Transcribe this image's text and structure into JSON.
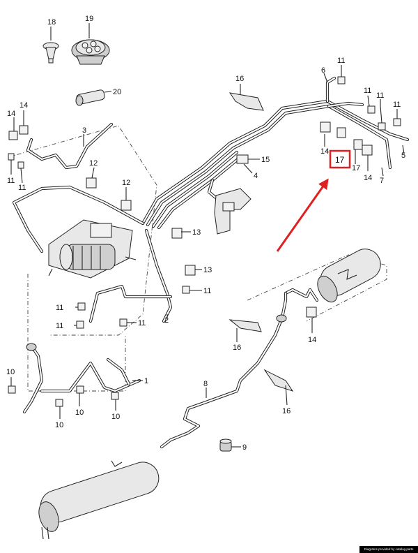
{
  "callouts": [
    "1",
    "2",
    "3",
    "4",
    "5",
    "6",
    "7",
    "8",
    "9",
    "10",
    "11",
    "12",
    "13",
    "14",
    "15",
    "16",
    "17",
    "18",
    "19",
    "20"
  ],
  "highlight": {
    "label": "17",
    "frame_color": "#e02020",
    "arrow_color": "#e02020"
  },
  "credit": "Diagrams provided by catalog.parts"
}
